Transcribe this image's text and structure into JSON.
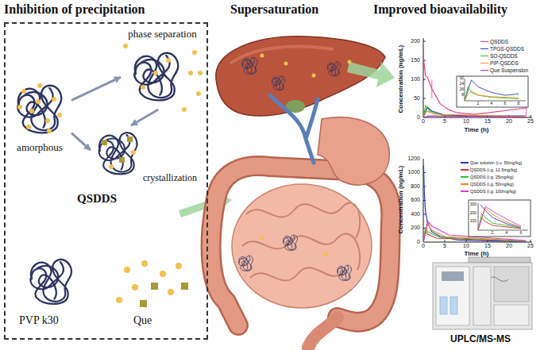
{
  "diagram": {
    "nodes": [
      {
        "text": [
          "QSDDS"
        ]
      },
      {
        "text": [
          "amorphous"
        ],
        "in": 0
      },
      {
        "text": [
          "phase separation"
        ],
        "in": 0
      },
      {
        "text": [
          "crystallization"
        ],
        "in": 0
      }
    ],
    "edges": [
      {
        "from": 1,
        "to": 2,
        "arrow": "to"
      },
      {
        "from": 1,
        "to": 3,
        "arrow": "to"
      },
      {
        "from": 2,
        "to": 3,
        "arrow": "to"
      }
    ],
    "labels": [
      "Inhibition of precipitation",
      "Supersaturation",
      "Improved bioavailability",
      "200",
      "150",
      "100",
      "50",
      "0",
      "0",
      "5",
      "10",
      "15",
      "20",
      "25",
      "Concentration (ng/mL)",
      "Time (h)",
      "32",
      "24",
      "16",
      "8",
      "2",
      "4",
      "6",
      "8",
      "1200",
      "1000",
      "800",
      "600",
      "400",
      "200",
      "0",
      "0",
      "5",
      "10",
      "15",
      "20",
      "25",
      "Concentration (ng/mL)",
      "Time (h)",
      "300",
      "200",
      "100",
      "2",
      "4",
      "6",
      "UPLC/MS-MS"
    ],
    "legend": [
      {
        "text": "QSDDS"
      },
      {
        "text": "TPGS-QSDDS"
      },
      {
        "text": "SO-QSDDS"
      },
      {
        "text": "PIP-QSDDS"
      },
      {
        "text": "Que Suspension"
      },
      {
        "text": "Que solution (i.v. 50mg/kg)"
      },
      {
        "text": "QSDDS (i.g. 12.5mg/kg)"
      },
      {
        "text": "QSDDS (i.g. 25mg/kg)"
      },
      {
        "text": "QSDDS (i.g. 50mg/kg)"
      },
      {
        "text": "QSDDS (i.g. 100mg/kg)"
      },
      {
        "text": "PVP k30"
      },
      {
        "text": "Que"
      }
    ]
  }
}
